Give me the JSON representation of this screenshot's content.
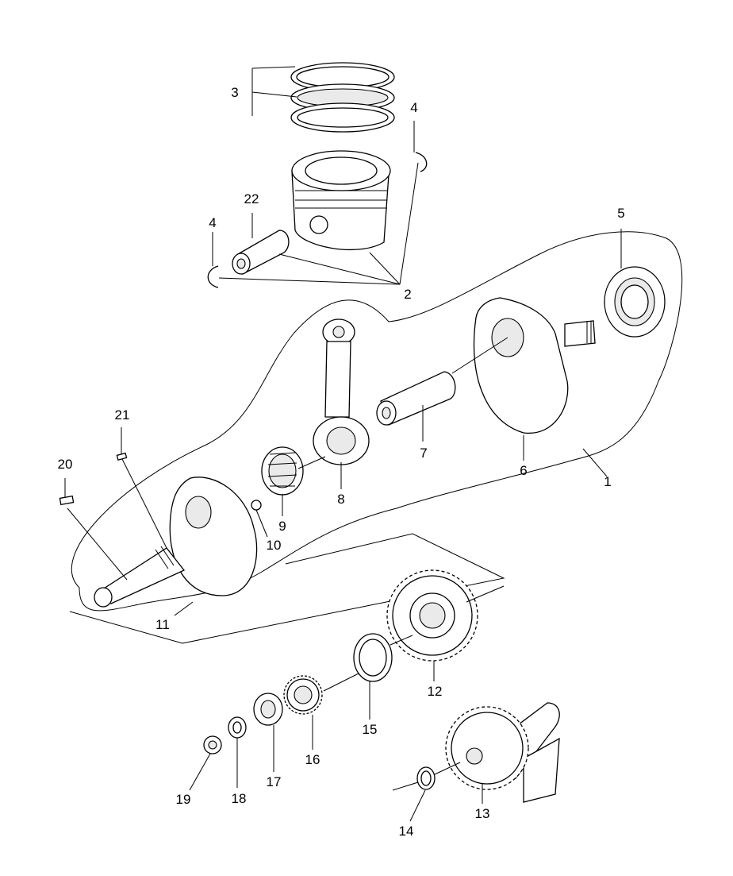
{
  "diagram": {
    "callouts": [
      "1",
      "2",
      "3",
      "4",
      "4",
      "5",
      "6",
      "7",
      "8",
      "9",
      "10",
      "11",
      "12",
      "13",
      "14",
      "15",
      "16",
      "17",
      "18",
      "19",
      "20",
      "21",
      "22"
    ]
  }
}
